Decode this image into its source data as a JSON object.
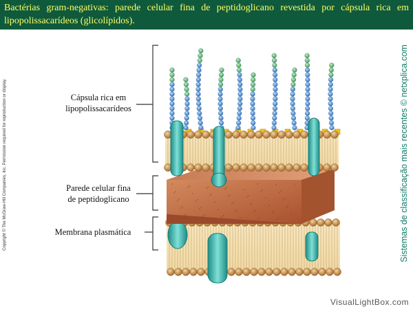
{
  "header": {
    "text": "Bactérias gram-negativas: parede celular fina de peptidoglicano revestida por cápsula rica em lipopolissacarídeos (glicolípidos)."
  },
  "labels": {
    "capsule_line1": "Cápsula rica em",
    "capsule_line2": "lipopolissacarídeos",
    "wall_line1": "Parede celular fina",
    "wall_line2": "de peptidoglicano",
    "membrane": "Membrana plasmática"
  },
  "copyright": "Copyright © The McGraw-Hill Companies, Inc. Permission required for reproduction or display.",
  "credit": "Sistemas de classificação mais recentes © netxplica.com",
  "footer": "VisualLightBox.com",
  "colors": {
    "header_bg": "#0f5a3c",
    "header_text": "#ffff66",
    "credit_text": "#0f7a6a",
    "lipid_head": "#c8944e",
    "peptidoglycan": "#b8613a",
    "protein": "#3fb3a9",
    "lps_blue": "#4b8fd6",
    "lps_green": "#5fb870",
    "lps_yellow": "#f2c21a"
  }
}
